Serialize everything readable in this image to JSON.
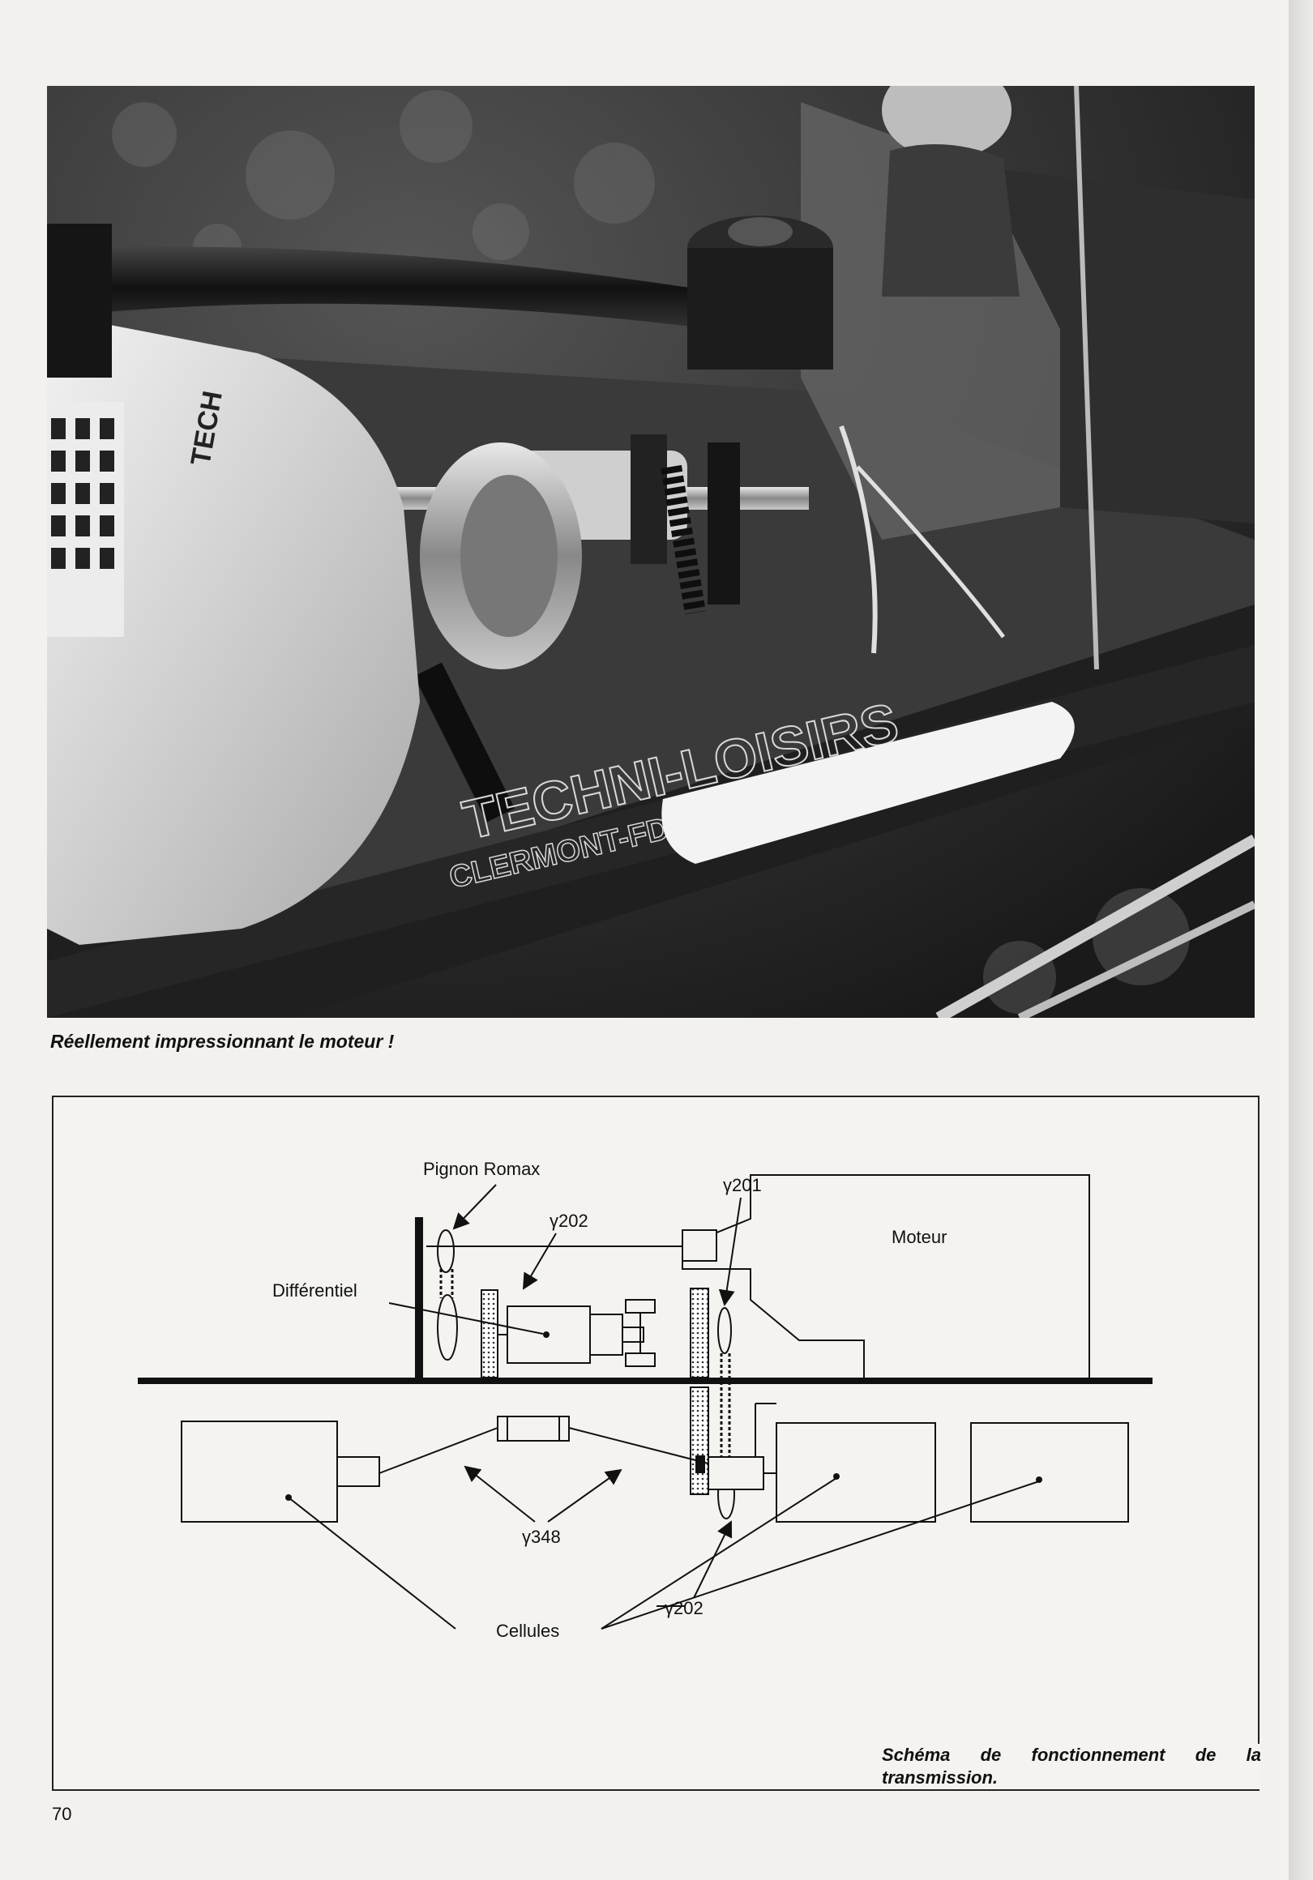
{
  "photo": {
    "caption": "Réellement impressionnant le moteur !",
    "engine_brand": "TECH",
    "chassis_text_line1": "TECHNI-LOISIRS",
    "chassis_text_line2": "CLERMONT-FD"
  },
  "diagram": {
    "labels": {
      "pignon": "Pignon Romax",
      "y202_top": "γ202",
      "y201": "γ201",
      "moteur": "Moteur",
      "differentiel": "Différentiel",
      "y348": "γ348",
      "cellules": "Cellules",
      "y202_bottom": "γ202"
    },
    "caption_line1": "Schéma de fonctionnement de la",
    "caption_line2": "transmission."
  },
  "page_number": "70"
}
